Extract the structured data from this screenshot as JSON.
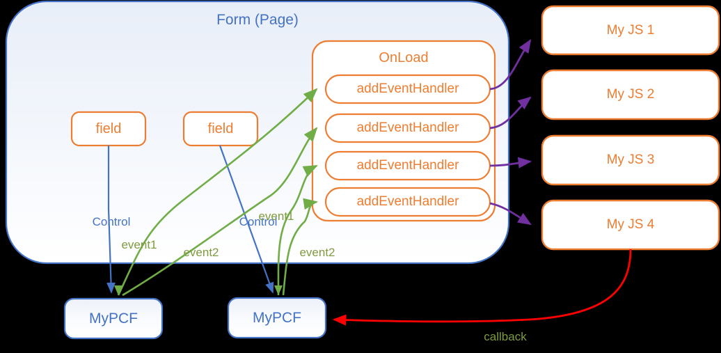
{
  "diagram": {
    "title": "PCF control event handler wiring diagram",
    "colors": {
      "orange": "#ED7D31",
      "blue": "#4472C4",
      "green": "#70AD47",
      "purple": "#7030A0",
      "red": "#FF0000",
      "olive": "#7F9B3F",
      "form_fill_top": "#EDF1F9",
      "form_fill_bottom": "#FFFFFF",
      "background": "#000000"
    },
    "form_container": {
      "label": "Form (Page)"
    },
    "onload_container": {
      "label": "OnLoad"
    },
    "fields": [
      {
        "label": "field"
      },
      {
        "label": "field"
      }
    ],
    "event_handlers": [
      {
        "label": "addEventHandler"
      },
      {
        "label": "addEventHandler"
      },
      {
        "label": "addEventHandler"
      },
      {
        "label": "addEventHandler"
      }
    ],
    "scripts": [
      {
        "label": "My JS 1"
      },
      {
        "label": "My JS 2"
      },
      {
        "label": "My JS 3"
      },
      {
        "label": "My JS 4"
      }
    ],
    "controls": [
      {
        "label": "MyPCF"
      },
      {
        "label": "MyPCF"
      }
    ],
    "edge_labels": {
      "control_1": "Control",
      "control_2": "Control",
      "event1_a": "event1",
      "event2_a": "event2",
      "event1_b": "event1",
      "event2_b": "event2",
      "callback": "callback"
    }
  }
}
